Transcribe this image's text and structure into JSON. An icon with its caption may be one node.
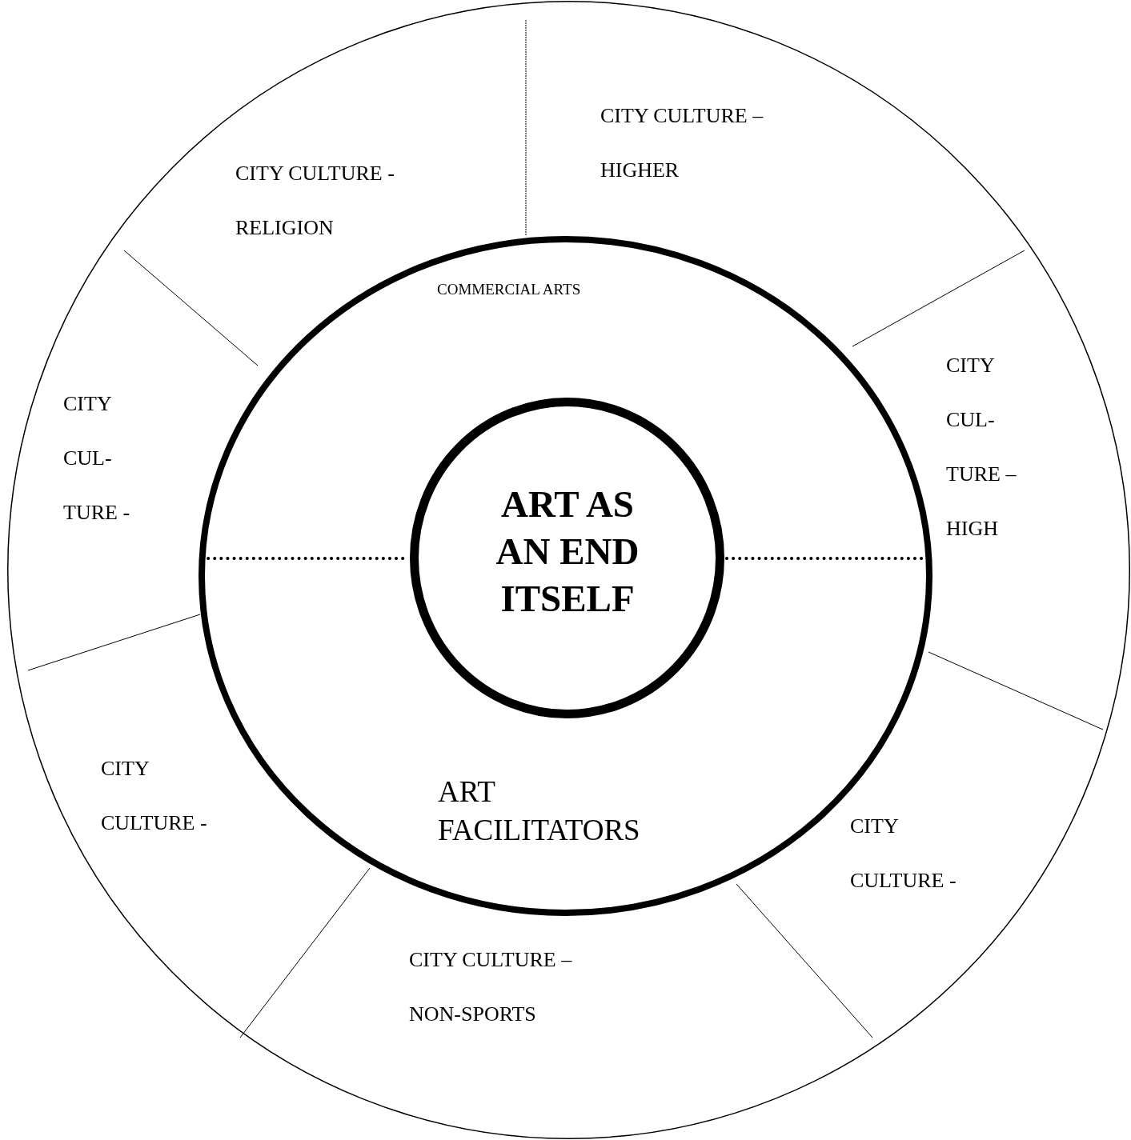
{
  "diagram": {
    "nodes": [
      {
        "text": [],
        "shape": "circle"
      },
      {
        "text": [
          "CITY CULTURE – HIGHER"
        ],
        "in": 0
      },
      {
        "text": [
          "CITY CULTURE - RELIGION"
        ],
        "in": 0
      },
      {
        "text": [
          "CITY CUL- TURE – HIGH"
        ],
        "in": 0
      },
      {
        "text": [
          "CITY CUL- TURE -"
        ],
        "in": 0
      },
      {
        "text": [
          "CITY CULTURE -"
        ],
        "in": 0
      },
      {
        "text": [
          "CITY CULTURE -"
        ],
        "in": 0
      },
      {
        "text": [
          "CITY CULTURE – NON-SPORTS"
        ],
        "in": 0
      },
      {
        "text": [
          "COMMERCIAL ARTS",
          "ART FACILITATORS"
        ],
        "in": 0
      },
      {
        "text": [
          "ART AS AN END ITSELF"
        ],
        "in": 8
      }
    ]
  }
}
